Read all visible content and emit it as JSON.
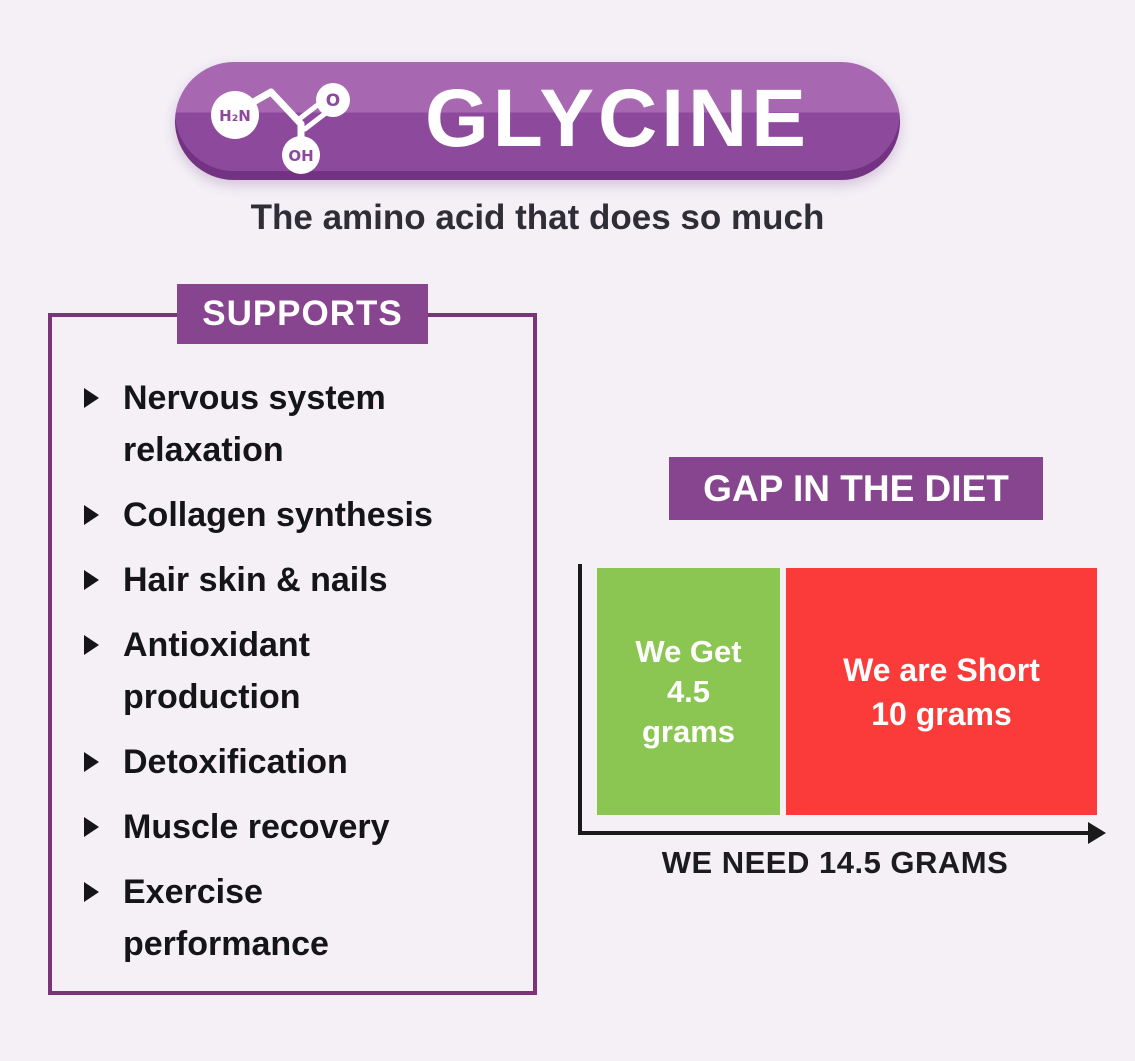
{
  "page": {
    "background": "#F4F0F6"
  },
  "header": {
    "title": "GLYCINE",
    "subtitle": "The amino acid that does so much",
    "molecule": {
      "amine_label": "H₂N",
      "oxygen_label": "O",
      "hydroxyl_label": "OH"
    }
  },
  "supports": {
    "heading": "SUPPORTS",
    "items": [
      "Nervous system\nrelaxation",
      "Collagen synthesis",
      "Hair skin & nails",
      "Antioxidant\nproduction",
      "Detoxification",
      "Muscle recovery",
      "Exercise\nperformance"
    ]
  },
  "chart_data": {
    "type": "bar",
    "orientation": "horizontal_stacked",
    "title": "GAP IN THE DIET",
    "xlabel": "WE NEED 14.5 GRAMS",
    "unit": "grams",
    "total": 14.5,
    "legend_position": "none",
    "grid": false,
    "segments": [
      {
        "name": "We Get",
        "value": 4.5,
        "color": "#8CC652",
        "label": "We Get\n4.5\ngrams"
      },
      {
        "name": "We are Short",
        "value": 10,
        "color": "#FB3A3A",
        "label": "We are Short\n10 grams"
      }
    ]
  },
  "colors": {
    "accent_purple": "#87458F",
    "pill_purple_top": "#A767B1",
    "pill_purple_bottom": "#8D4A9C",
    "box_border_purple": "#7B3379",
    "bar_green": "#8CC652",
    "bar_red": "#FB3A3A",
    "axis_black": "#1A1A1A",
    "text_dark": "#151517"
  }
}
